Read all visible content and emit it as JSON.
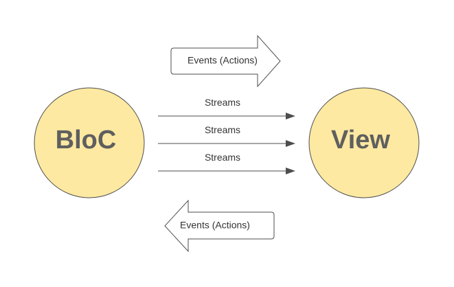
{
  "diagram": {
    "nodes": {
      "left": {
        "label": "BloC"
      },
      "right": {
        "label": "View"
      }
    },
    "top_arrow": {
      "label": "Events (Actions)",
      "direction": "right"
    },
    "bottom_arrow": {
      "label": "Events (Actions)",
      "direction": "left"
    },
    "streams": [
      {
        "label": "Streams",
        "direction": "right"
      },
      {
        "label": "Streams",
        "direction": "right"
      },
      {
        "label": "Streams",
        "direction": "right"
      }
    ]
  },
  "colors": {
    "node_fill": "#fde9a1",
    "stroke": "#4d4d4d",
    "node_text": "#5f5f5f",
    "text": "#333333",
    "background": "#ffffff"
  }
}
